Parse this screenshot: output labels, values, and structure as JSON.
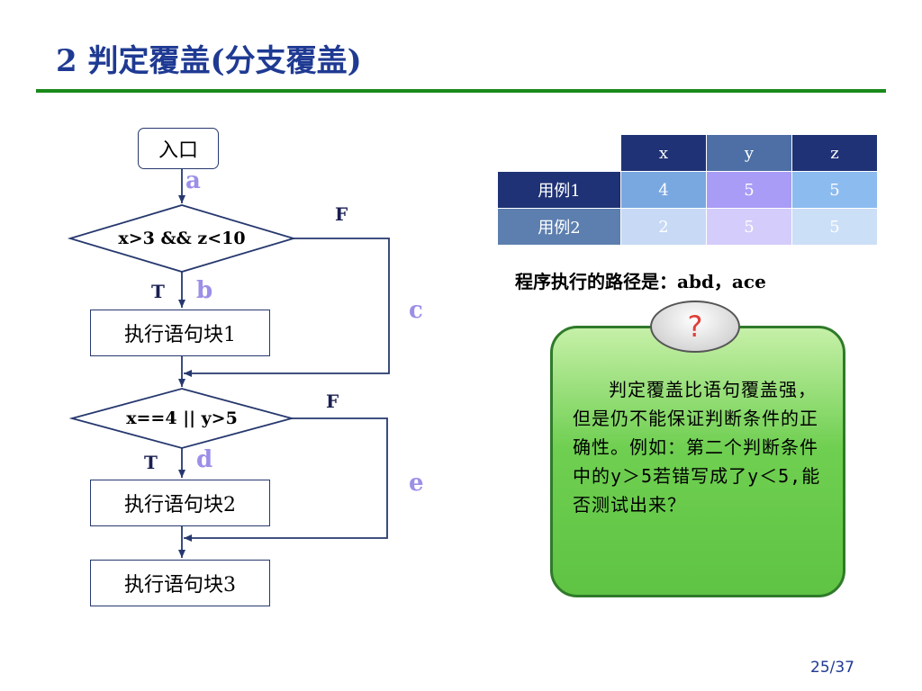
{
  "slide": {
    "title": "2 判定覆盖(分支覆盖)",
    "page": "25/37"
  },
  "flowchart": {
    "entry": "入口",
    "cond1": "x>3 && z<10",
    "cond2": "x==4 || y>5",
    "block1": "执行语句块1",
    "block2": "执行语句块2",
    "block3": "执行语句块3",
    "edges": {
      "a": "a",
      "b": "b",
      "c": "c",
      "d": "d",
      "e": "e"
    },
    "branch_true": "T",
    "branch_false": "F"
  },
  "test_table": {
    "headers": [
      "x",
      "y",
      "z"
    ],
    "rows": [
      {
        "label": "用例1",
        "values": [
          "4",
          "5",
          "5"
        ]
      },
      {
        "label": "用例2",
        "values": [
          "2",
          "5",
          "5"
        ]
      }
    ]
  },
  "path_text": "程序执行的路径是：abd，ace",
  "note": {
    "badge": "?",
    "text": "判定覆盖比语句覆盖强，但是仍不能保证判断条件的正确性。例如：第二个判断条件中的y＞5若错写成了y＜5,能否测试出来？"
  },
  "colors": {
    "title": "#1f3a93",
    "rule": "#1a8a1a",
    "edge_label": "#9b8fe8",
    "note_bg": "#6fcf51"
  }
}
